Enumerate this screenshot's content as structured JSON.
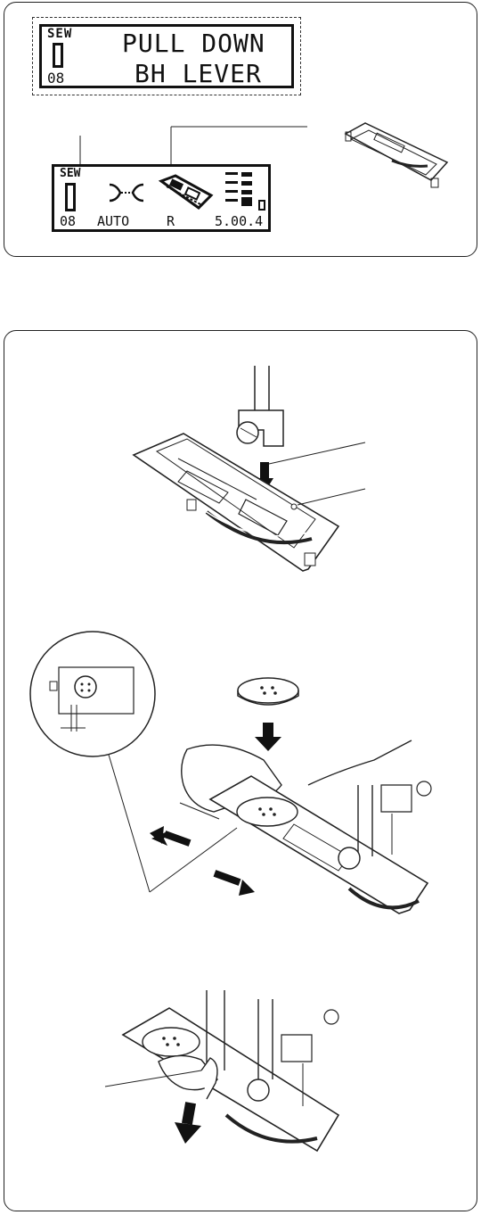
{
  "top_panel": {
    "warning_screen": {
      "mode": "SEW",
      "pattern_number": "08",
      "message_line1": "PULL DOWN",
      "message_line2": "BH LEVER"
    },
    "pattern_screen": {
      "mode": "SEW",
      "pattern_number": "08",
      "stitch_setting": "AUTO",
      "foot_letter": "R",
      "values": "5.00.4"
    }
  }
}
